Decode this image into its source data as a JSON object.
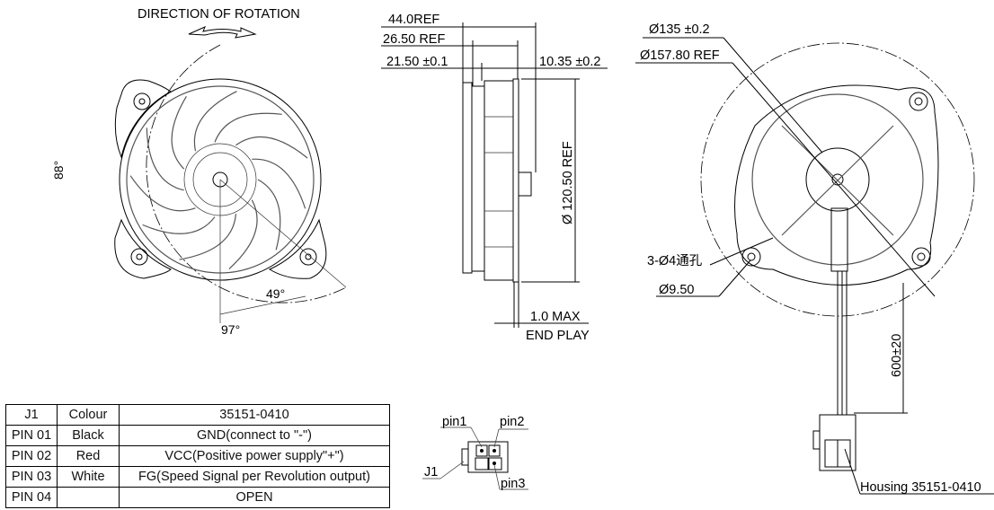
{
  "front_view": {
    "title": "DIRECTION OF ROTATION",
    "angle_left": "88°",
    "angle_bottom_right": "49°",
    "angle_bottom": "97°"
  },
  "side_view": {
    "dim_overall": "44.0REF",
    "dim_mid": "26.50 REF",
    "dim_body": "21.50 ±0.1",
    "dim_right": "10.35 ±0.2",
    "dim_diameter": "Ø 120.50 REF",
    "end_play_value": "1.0 MAX",
    "end_play_label": "END PLAY"
  },
  "rear_view": {
    "dia_inner": "Ø135 ±0.2",
    "dia_outer": "Ø157.80 REF",
    "holes": "3-Ø4通孔",
    "hole_boss": "Ø9.50",
    "cable_length": "600±20",
    "housing": "Housing 35151-0410"
  },
  "pin_table": {
    "headers": [
      "J1",
      "Colour",
      "35151-0410"
    ],
    "rows": [
      [
        "PIN 01",
        "Black",
        "GND(connect to \"-\")"
      ],
      [
        "PIN 02",
        "Red",
        "VCC(Positive power supply\"+\")"
      ],
      [
        "PIN 03",
        "White",
        "FG(Speed Signal per Revolution output)"
      ],
      [
        "PIN 04",
        "",
        "OPEN"
      ]
    ]
  },
  "connector": {
    "pin1": "pin1",
    "pin2": "pin2",
    "pin3": "pin3",
    "j1": "J1"
  }
}
